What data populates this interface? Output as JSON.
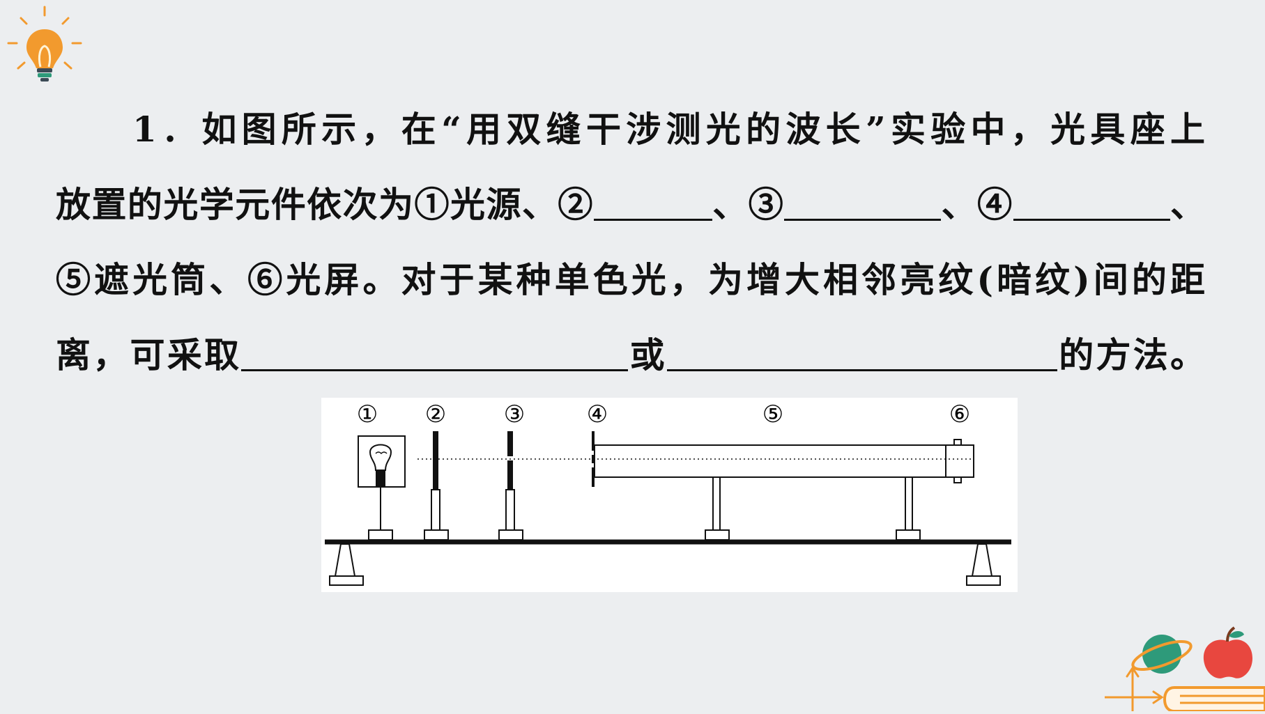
{
  "question": {
    "number": "1．",
    "line1": "如图所示，在“用双缝干涉测光的波长”实验中，光具座上",
    "line2_before": "放置的光学元件依次为①光源、②",
    "line2_sep1": "、③",
    "line2_sep2": "、④",
    "line2_after": "、",
    "line3": "⑤遮光筒、⑥光屏。对于某种单色光，为增大相邻亮纹(暗纹)间的距",
    "line4_before": "离，可采取",
    "line4_mid": "或",
    "line4_after": "的方法。"
  },
  "figure": {
    "labels": [
      "①",
      "②",
      "③",
      "④",
      "⑤",
      "⑥"
    ]
  },
  "icons": {
    "top_left": "lightbulb-icon",
    "bottom_right": "planet-apple-books-icon"
  },
  "colors": {
    "background": "#eceef0",
    "bulb_orange": "#f29a2e",
    "apple_red": "#e8473f",
    "planet_green": "#2e9a7a"
  }
}
